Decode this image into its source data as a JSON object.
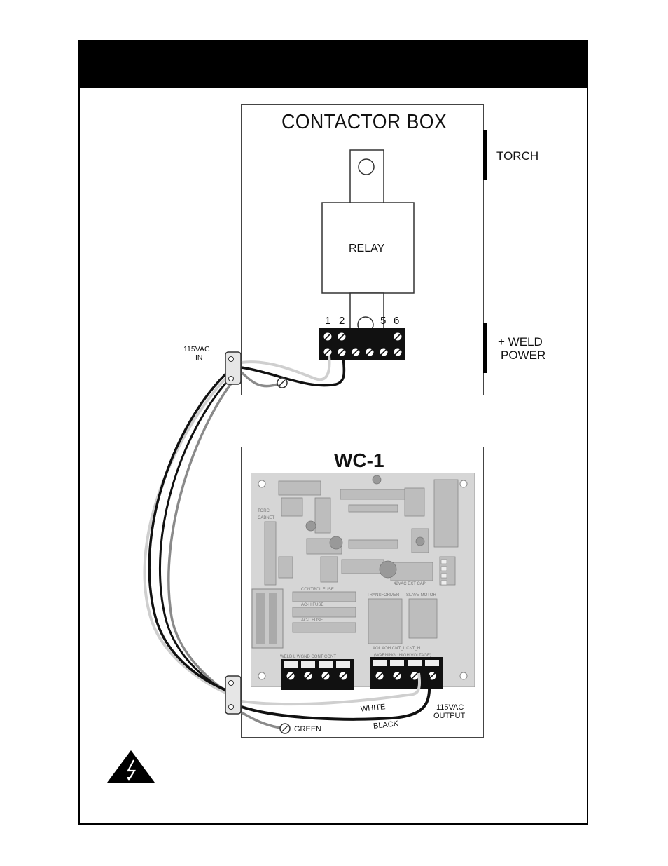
{
  "contactor_box": {
    "title": "CONTACTOR BOX",
    "relay_label": "RELAY",
    "terminal_numbers": [
      "1",
      "2",
      "5",
      "6"
    ],
    "torch_label": "TORCH",
    "weld_power_line1": "+  WELD",
    "weld_power_line2": "POWER",
    "input_label_line1": "115VAC",
    "input_label_line2": "IN"
  },
  "wc1": {
    "title": "WC-1",
    "wire_white": "WHITE",
    "wire_black": "BLACK",
    "wire_green": "GREEN",
    "output_label_line1": "115VAC",
    "output_label_line2": "OUTPUT",
    "terminal_block_left_label": "WELD  L WGND CONT  CONT",
    "terminal_block_right_label": "AOL  AOH CNT_L CNT_H",
    "warning_label": "(WARNING : HIGH VOLTAGE)",
    "board_labels": [
      "CONTROL FUSE",
      "AC-H FUSE",
      "AC-L FUSE",
      "TRANSFORMER",
      "SLAVE MOTOR",
      "TORCH",
      "CABNET",
      "42VAC EXT CAP"
    ]
  },
  "colors": {
    "header": "#000000",
    "wire_black": "#111111",
    "wire_white": "#cfcfcf",
    "wire_green": "#8a8a8a",
    "board": "#d6d6d6"
  },
  "icons": [
    "high-voltage-warning-icon"
  ]
}
